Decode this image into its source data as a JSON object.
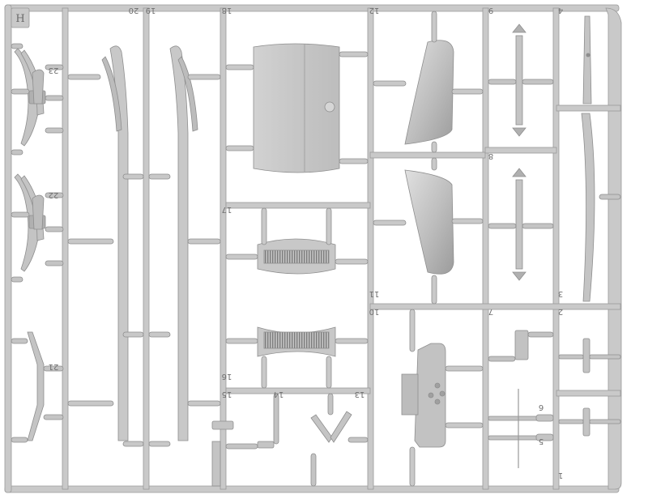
{
  "sprue": {
    "letter": "H",
    "part_numbers": [
      "1",
      "2",
      "3",
      "4",
      "5",
      "6",
      "7",
      "8",
      "9",
      "10",
      "11",
      "12",
      "13",
      "14",
      "15",
      "16",
      "17",
      "18",
      "19",
      "20",
      "21",
      "22",
      "23"
    ],
    "colors": {
      "plastic": "#c9c9c9",
      "plastic_dark": "#a9a9a9",
      "plastic_light": "#dcdcdc",
      "outline": "#8e8e8e",
      "background": "#ffffff"
    }
  }
}
